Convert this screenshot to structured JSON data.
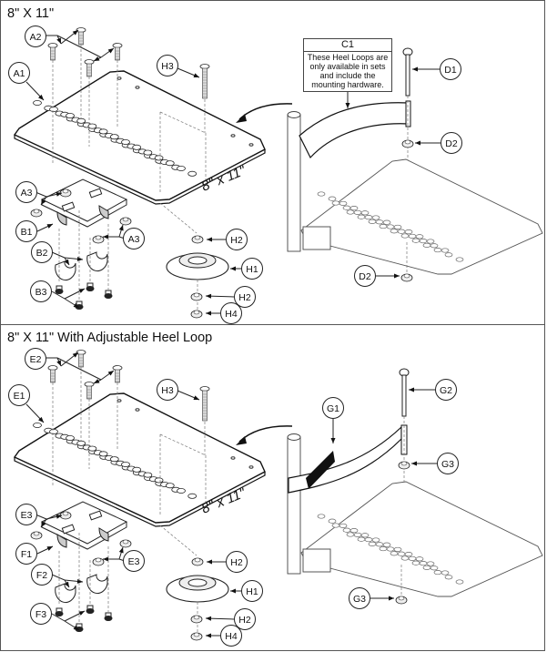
{
  "panels": [
    {
      "title": "8\" X 11\"",
      "size_label": "8\" x 11\"",
      "callouts": {
        "a2": "A2",
        "a1": "A1",
        "h3": "H3",
        "a3_left": "A3",
        "b1": "B1",
        "a3_right": "A3",
        "b2": "B2",
        "b3": "B3",
        "h2_top": "H2",
        "h1": "H1",
        "h2_bottom": "H2",
        "h4": "H4",
        "d1": "D1",
        "d2_top": "D2",
        "d2_bottom": "D2"
      },
      "note": {
        "id": "C1",
        "text": "These Heel Loops are only available in sets and include the mounting hardware."
      }
    },
    {
      "title": "8\" X 11\" With Adjustable Heel Loop",
      "size_label": "8\" x 11\"",
      "callouts": {
        "e2": "E2",
        "e1": "E1",
        "h3": "H3",
        "e3_left": "E3",
        "f1": "F1",
        "e3_right": "E3",
        "f2": "F2",
        "f3": "F3",
        "h2_top": "H2",
        "h1": "H1",
        "h2_bottom": "H2",
        "h4": "H4",
        "g1": "G1",
        "g2": "G2",
        "g3_top": "G3",
        "g3_bottom": "G3"
      }
    }
  ]
}
